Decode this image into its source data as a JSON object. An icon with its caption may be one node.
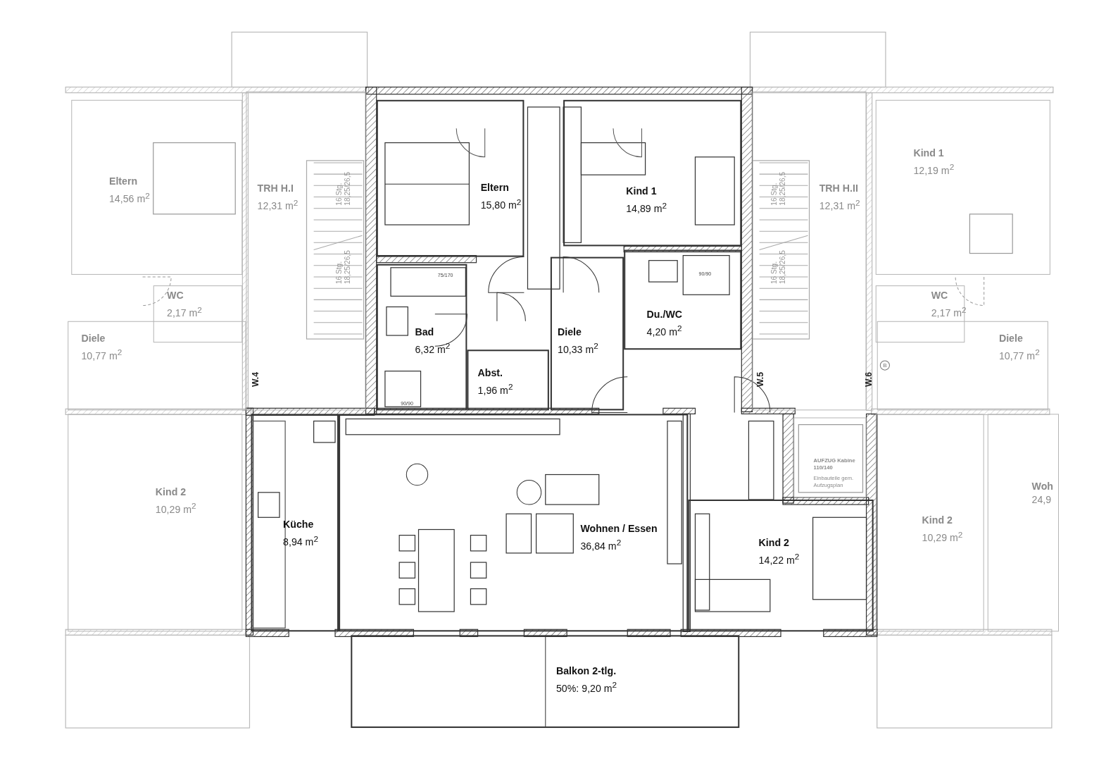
{
  "diagram": {
    "nodes": [
      {
        "text": [
          "Eltern",
          "14,56 m$^{2}$"
        ]
      },
      {
        "text": [
          "TRH H.I",
          "12,31 m$^{2}$"
        ]
      },
      {
        "text": [
          "Eltern",
          "15,80 m$^{2}$"
        ]
      },
      {
        "text": [
          "Kind 1",
          "14,89 m$^{2}$"
        ]
      },
      {
        "text": [
          "TRH H.II",
          "12,31 m$^{2}$"
        ]
      },
      {
        "text": [
          "Kind 1",
          "12,19 m$^{2}$"
        ]
      },
      {
        "text": [
          "WC",
          "2,17 m$^{2}$"
        ]
      },
      {
        "text": [
          "Bad",
          "6,32 m$^{2}$"
        ]
      },
      {
        "text": [
          "Diele",
          "10,33 m$^{2}$"
        ]
      },
      {
        "text": [
          "Du./WC",
          "4,20 m$^{2}$"
        ]
      },
      {
        "text": [
          "WC",
          "2,17 m$^{2}$"
        ]
      },
      {
        "text": [
          "Diele",
          "10,77 m$^{2}$"
        ]
      },
      {
        "text": [
          "Abst.",
          "1,96 m$^{2}$"
        ]
      },
      {
        "text": [
          "Diele",
          "10,77 m$^{2}$"
        ]
      },
      {
        "text": [
          "Küche",
          "8,94 m$^{2}$"
        ]
      },
      {
        "text": [
          "Wohnen / Essen",
          "36,84 m$^{2}$"
        ]
      },
      {
        "text": [
          "AUFZUG Kabine 110/140",
          "Einbauteile gem. Aufzugsplan"
        ]
      },
      {
        "text": [
          "Kind 2",
          "10,29 m$^{2}$"
        ]
      },
      {
        "text": [
          "Woh",
          "24,9"
        ]
      },
      {
        "text": [
          "Kind 2",
          "14,22 m$^{2}$"
        ]
      },
      {
        "text": [
          "Kind 2",
          "10,29 m$^{2}$"
        ]
      },
      {
        "text": [
          "Balkon 2-tlg.",
          "50%: 9,20 m$^{2}$"
        ]
      }
    ],
    "labels": [
      "16 Stg. 18,25/26,5",
      "16 Stg. 18,25/26,5",
      "16 Stg. 18,25/26,5",
      "16 Stg. 18,25/26,5",
      "75/170",
      "90/90",
      "90/90",
      "W.4",
      "W.5",
      "W.6",
      "B"
    ]
  }
}
